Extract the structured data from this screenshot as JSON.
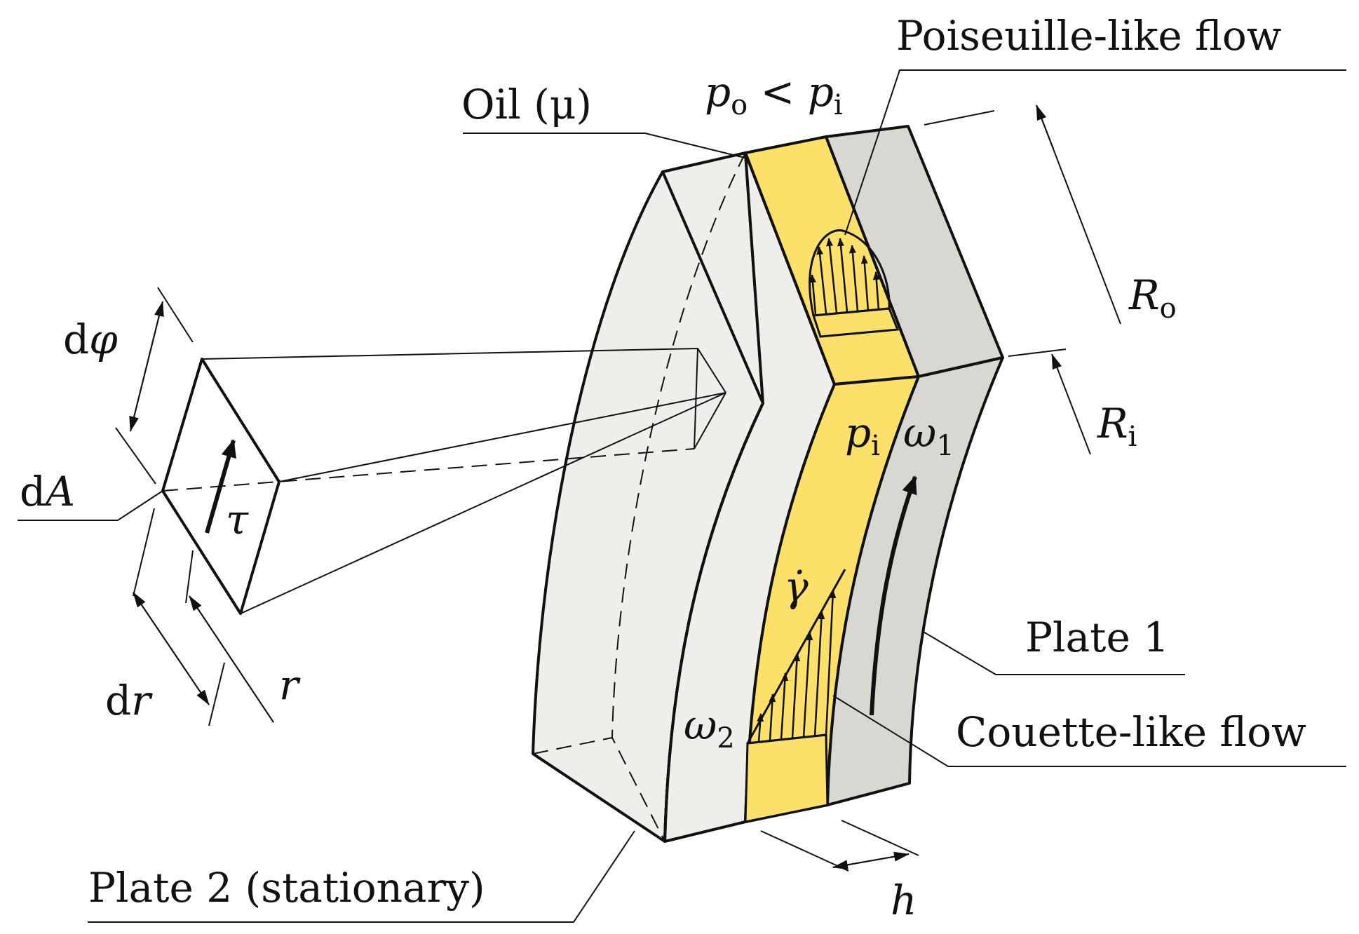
{
  "labels": {
    "poiseuille": "Poiseuille-like flow",
    "oil": "Oil (μ)",
    "p_o": "p",
    "p_o_sub": "o",
    "lt": " < ",
    "p_i": "p",
    "p_i_sub": "i",
    "p_i2": "p",
    "p_i2_sub": "i",
    "omega1": "ω",
    "omega1_sub": "1",
    "omega2": "ω",
    "omega2_sub": "2",
    "R_o": "R",
    "R_o_sub": "o",
    "R_i": "R",
    "R_i_sub": "i",
    "dphi_d": "d",
    "dphi_sym": "φ",
    "dA_d": "d",
    "dA_sym": "A",
    "tau": "τ",
    "dr_d": "d",
    "dr_sym": "r",
    "r": "r",
    "gamma_dot": "γ̇",
    "plate1": "Plate 1",
    "couette": "Couette-like flow",
    "plate2": "Plate 2 (stationary)",
    "h": "h"
  },
  "colors": {
    "oil": "#fbe06a",
    "plate_light": "#efeeea",
    "plate_dark": "#d8d7d1",
    "stroke": "#111111"
  }
}
